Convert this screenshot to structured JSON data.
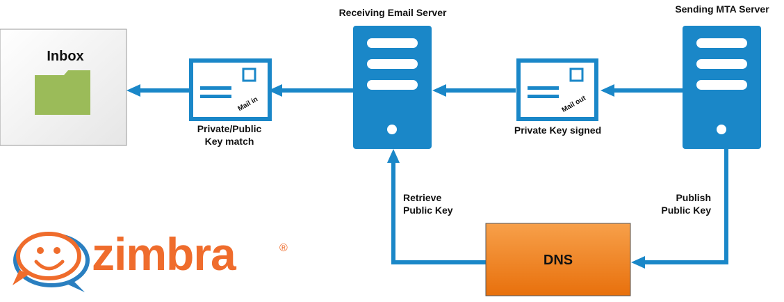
{
  "inbox": {
    "title": "Inbox",
    "icon": "folder-icon"
  },
  "receiving_server": {
    "label": "Receiving Email Server",
    "icon": "server-icon"
  },
  "sending_server": {
    "label": "Sending MTA Server",
    "icon": "server-icon"
  },
  "mail_in": {
    "stamp": "Mail in",
    "icon": "envelope-icon",
    "caption_line1": "Private/Public",
    "caption_line2": "Key match"
  },
  "mail_out": {
    "stamp": "Mail out",
    "icon": "envelope-icon",
    "caption": "Private Key signed"
  },
  "retrieve": {
    "line1": "Retrieve",
    "line2": "Public Key"
  },
  "publish": {
    "line1": "Publish",
    "line2": "Public Key"
  },
  "dns": {
    "label": "DNS"
  },
  "logo": {
    "text": "zimbra",
    "mark": "®"
  },
  "colors": {
    "blue": "#1a87c8",
    "orange": "#f07c14",
    "folder_green": "#9bbb59",
    "logo_orange": "#ef6c2c",
    "logo_blue": "#2a7fc0"
  }
}
